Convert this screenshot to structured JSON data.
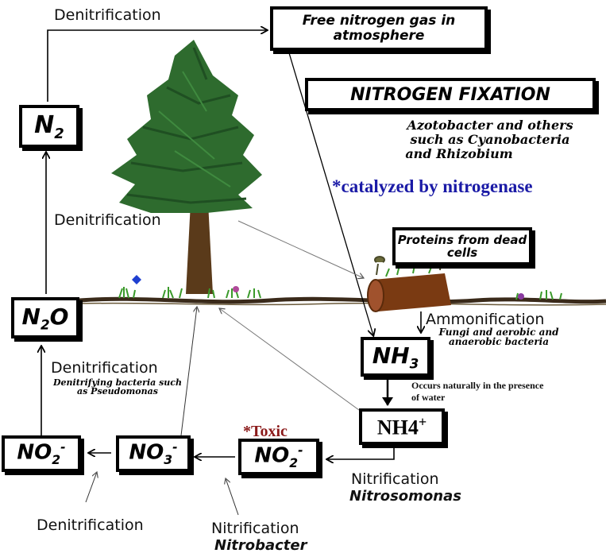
{
  "nodes": {
    "free_n2": "Free nitrogen gas in atmosphere",
    "nitrogen_fixation": "NITROGEN FIXATION",
    "n2": {
      "base": "N",
      "sub": "2"
    },
    "n2o": {
      "base": "N",
      "sub": "2",
      "tail": "O"
    },
    "nh3": {
      "base": "NH",
      "sub": "3"
    },
    "nh4": {
      "base": "NH4",
      "sup": "+"
    },
    "no2_right": {
      "base": "NO",
      "sub": "2",
      "sup": "-"
    },
    "no3": {
      "base": "NO",
      "sub": "3",
      "sup": "-"
    },
    "no2_left": {
      "base": "NO",
      "sub": "2",
      "sup": "-"
    },
    "proteins": "Proteins from dead cells"
  },
  "labels": {
    "denit_top": "Denitrification",
    "denit_tree": "Denitrification",
    "denit_mid": "Denitrification",
    "denit_bacteria": "Denitrifying bacteria such as Pseudomonas",
    "denit_bottom": "Denitrification",
    "fixation_orgs_1": "Azotobacter and others",
    "fixation_orgs_2": "such as Cyanobacteria",
    "fixation_orgs_3": "and Rhizobium",
    "catalyzed": "*catalyzed by nitrogenase",
    "ammonification": "Ammonification",
    "ammonif_orgs": "Fungi and aerobic and anaerobic bacteria",
    "occurs_naturally": "Occurs naturally in the presence of water",
    "toxic": "*Toxic",
    "nitrification_1": "Nitrification",
    "nitrosomonas": "Nitrosomonas",
    "nitrification_2": "Nitrification",
    "nitrobacter": "Nitrobacter"
  },
  "colors": {
    "catalyzed": "#1a1aa6",
    "toxic": "#8b1a1a",
    "tree": "#2e6b2e",
    "trunk": "#5a3a1a",
    "ground": "#3a2a1a",
    "log": "#7a3a12"
  }
}
